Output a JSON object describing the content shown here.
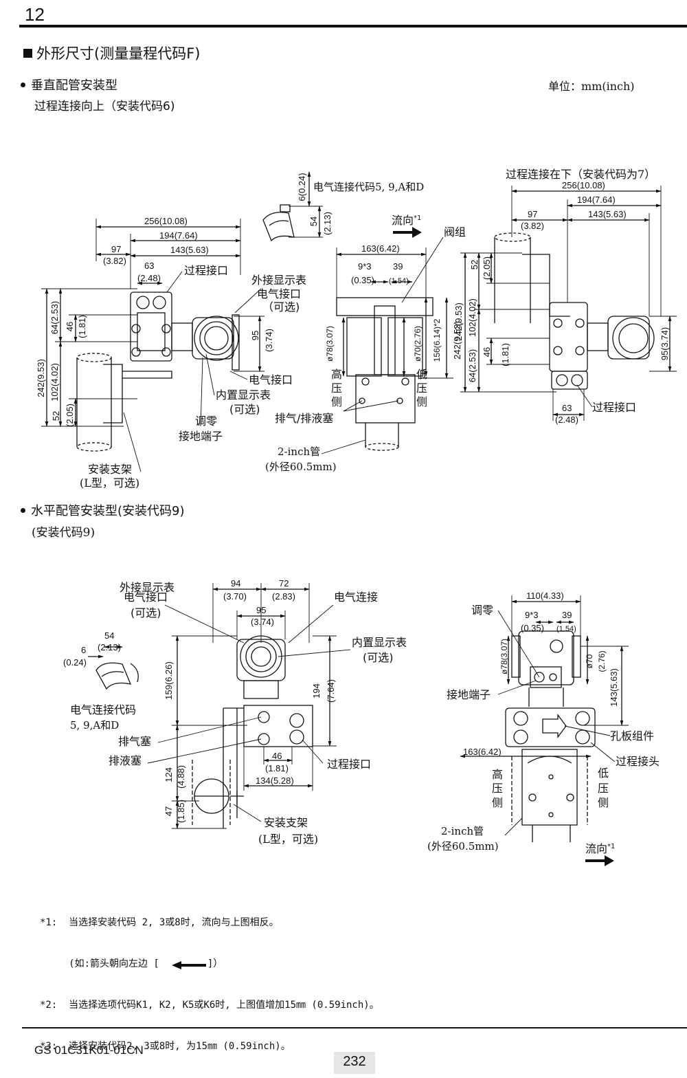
{
  "header": {
    "chapter": "12"
  },
  "section": {
    "title": "外形尺寸(测量量程代码F)"
  },
  "vertical": {
    "title": "垂直配管安装型",
    "unit": "单位：mm(inch)",
    "subtitle": "过程连接向上（安装代码6)",
    "left": {
      "dim_256": "256(10.08)",
      "dim_194": "194(7.64)",
      "dim_97": "97",
      "dim_97b": "(3.82)",
      "dim_143": "143(5.63)",
      "dim_63": "63",
      "dim_63b": "(2.48)",
      "process_port": "过程接口",
      "ext_display_1": "外接显示表",
      "ext_display_2": "电气接口",
      "ext_display_3": "（可选)",
      "dim_95": "95",
      "dim_95b": "(3.74)",
      "dim_64": "64(2.53)",
      "dim_46": "46",
      "dim_46b": "(1.81)",
      "dim_242": "242(9.53)",
      "dim_102": "102(4.02)",
      "dim_52": "52",
      "dim_52b": "(2.05)",
      "elec_port": "电气接口",
      "int_display": "内置显示表",
      "optional": "(可选)",
      "zero_adj": "调零",
      "ground": "接地端子",
      "bracket": "安装支架",
      "bracket_note": "(L型，可选)"
    },
    "detail": {
      "dim_6": "6(0.24)",
      "dim_54": "54",
      "dim_54b": "(2.13)",
      "elec_code": "电气连接代码5, 9,A和D"
    },
    "middle": {
      "flow": "流向",
      "flow_sup": "*1",
      "valve": "阀组",
      "dim_163": "163(6.42)",
      "dim_9": "9*3",
      "dim_9b": "(0.35)",
      "dim_39": "39",
      "dim_39b": "(1.54)",
      "dim_78": "ø78(3.07)",
      "dim_70": "ø70(2.76)",
      "dim_156": "156(6.14)*2",
      "dim_242": "242(9.53)",
      "high_1": "高",
      "high_2": "压",
      "high_3": "侧",
      "low_1": "低",
      "low_2": "压",
      "low_3": "侧",
      "vent": "排气/排液塞",
      "pipe": "2-inch管",
      "pipe_od": "(外径60.5mm)"
    },
    "right": {
      "title": "过程连接在下（安装代码为7）",
      "dim_256": "256(10.08)",
      "dim_194": "194(7.64)",
      "dim_97": "97",
      "dim_97b": "(3.82)",
      "dim_143": "143(5.63)",
      "dim_52": "52",
      "dim_52b": "(2.05)",
      "dim_102": "102(4.02)",
      "dim_46": "46",
      "dim_46b": "(1.81)",
      "dim_64": "64(2.53)",
      "dim_95": "95(3.74)",
      "dim_63": "63",
      "dim_63b": "(2.48)",
      "process_port": "过程接口"
    }
  },
  "horizontal": {
    "title": "水平配管安装型(安装代码9)",
    "subtitle": "(安装代码9)",
    "left": {
      "ext_1": "外接显示表",
      "ext_2": "电气接口",
      "ext_3": "(可选)",
      "dim_94": "94",
      "dim_94b": "(3.70)",
      "dim_72": "72",
      "dim_72b": "(2.83)",
      "elec_conn": "电气连接",
      "dim_95": "95",
      "dim_95b": "(3.74)",
      "int_display": "内置显示表",
      "optional": "(可选)",
      "dim_54": "54",
      "dim_54b": "(2.13)",
      "dim_6": "6",
      "dim_6b": "(0.24)",
      "dim_159": "159(6.26)",
      "dim_194": "194",
      "dim_194b": "(7.64)",
      "elec_code_1": "电气连接代码",
      "elec_code_2": "5, 9,A和D",
      "vent_plug": "排气塞",
      "drain_plug": "排液塞",
      "dim_46": "46",
      "dim_46b": "(1.81)",
      "dim_134": "134(5.28)",
      "process_port": "过程接口",
      "dim_124": "124",
      "dim_124b": "(4.88)",
      "dim_47": "47",
      "dim_47b": "(1.85)",
      "bracket": "安装支架",
      "bracket_note": "(L型，可选)"
    },
    "right": {
      "dim_110": "110(4.33)",
      "zero_adj": "调零",
      "dim_9": "9*3",
      "dim_9b": "(0.35)",
      "dim_39": "39",
      "dim_39b": "(1.54)",
      "dim_78": "ø78(3.07)",
      "dim_70": "ø70",
      "dim_70b": "(2.76)",
      "dim_143": "143(5.63)",
      "ground": "接地端子",
      "orifice": "孔板组件",
      "dim_163": "163(6.42)",
      "process_conn": "过程接头",
      "high_1": "高",
      "high_2": "压",
      "high_3": "侧",
      "low_1": "低",
      "low_2": "压",
      "low_3": "侧",
      "pipe": "2-inch管",
      "pipe_od": "(外径60.5mm)",
      "flow": "流向",
      "flow_sup": "*1"
    }
  },
  "notes": [
    "*1:  当选择安装代码 2, 3或8时, 流向与上图相反。",
    "     (如:箭头朝向左边 [",
    "]）",
    "*2:  当选择选项代码K1, K2, K5或K6时, 上图值增加15㎜ (0.59inch)。",
    "*3:  选择安装代码2, 3或8时, 为15㎜ (0.59inch)。"
  ],
  "footer": {
    "doc_code": "GS 01C31K01-01CN",
    "page": "232"
  }
}
